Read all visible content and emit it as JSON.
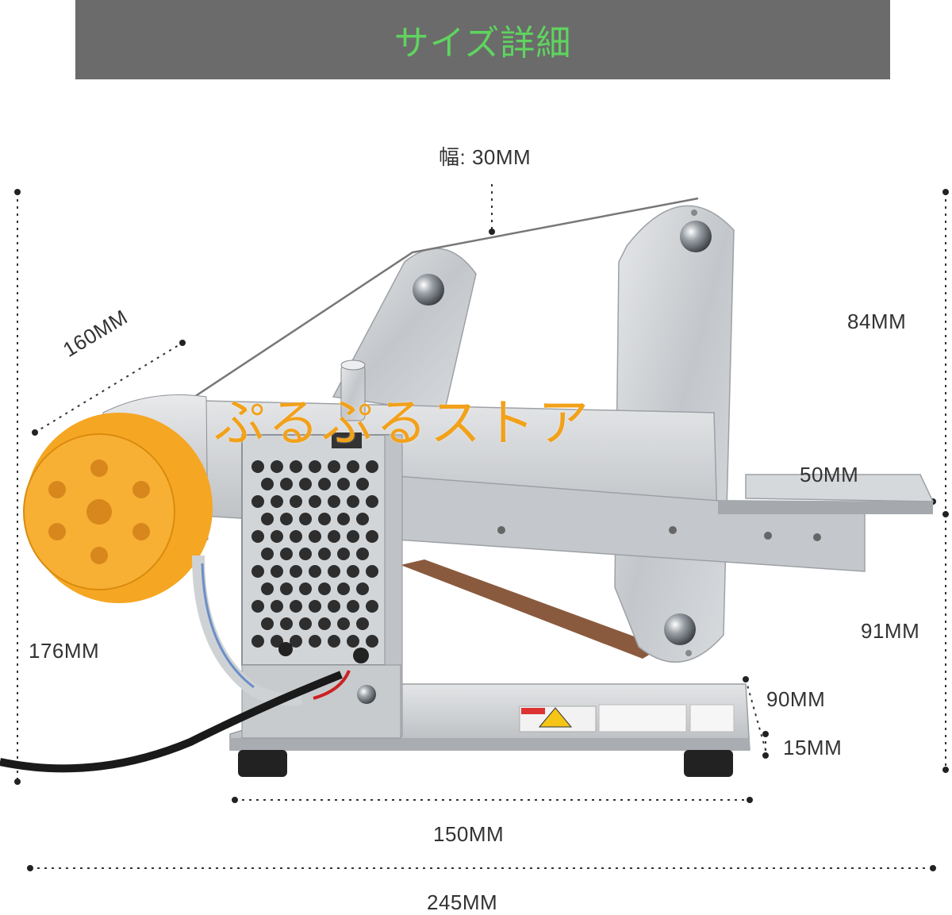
{
  "header": {
    "title": "サイズ詳細"
  },
  "watermark": {
    "text": "ぷるぷるストア"
  },
  "dimensions": {
    "belt_width": "幅: 30MM",
    "arm_length": "160MM",
    "total_height": "176MM",
    "upper_height": "84MM",
    "lower_height": "91MM",
    "table_width": "50MM",
    "base_depth": "90MM",
    "base_thickness": "15MM",
    "base_length": "150MM",
    "total_length": "245MM"
  },
  "colors": {
    "banner_bg": "#6b6b6b",
    "banner_text": "#5fd45f",
    "motor_cap": "#f5a623",
    "steel": "#c9ccd0",
    "watermark": "#f2a11a"
  }
}
